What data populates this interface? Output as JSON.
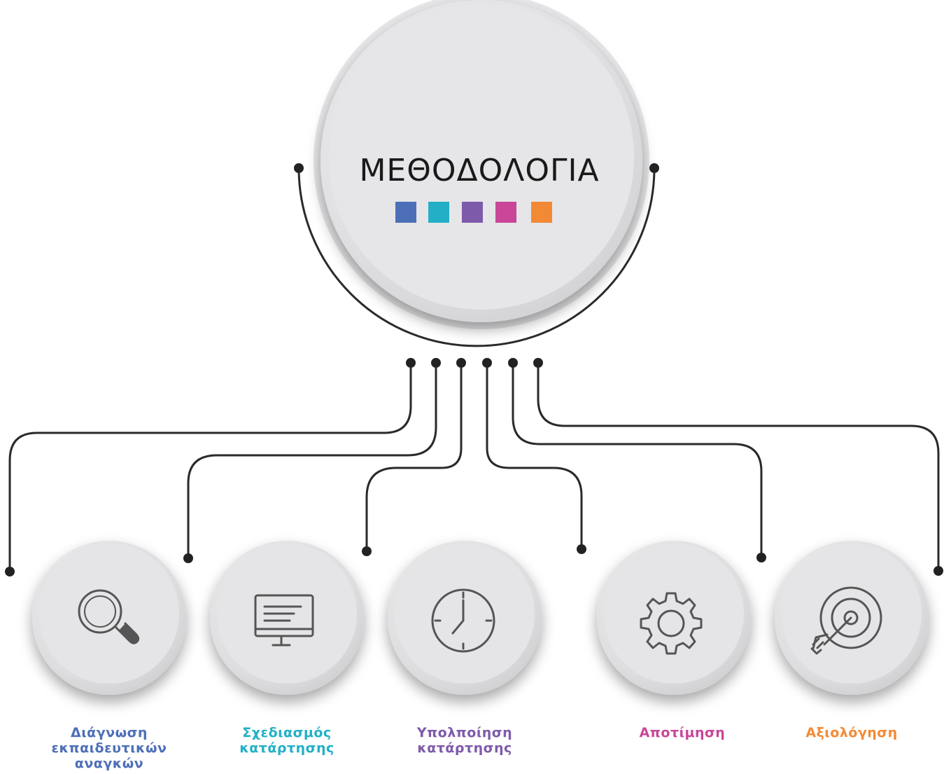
{
  "title": "ΜΕΘΟΔΟΛΟΓΙΑ",
  "palette": [
    "#4d6fb8",
    "#23b0c6",
    "#7e5aaa",
    "#c94699",
    "#f28a35"
  ],
  "steps": [
    {
      "icon": "magnifier",
      "color": "#4d6fb8",
      "line1": "Διάγνωση",
      "line2": "εκπαιδευτικών",
      "line3": "αναγκών"
    },
    {
      "icon": "monitor",
      "color": "#23b0c6",
      "line1": "Σχεδιασμός",
      "line2": "κατάρτησης",
      "line3": ""
    },
    {
      "icon": "clock",
      "color": "#7e5aaa",
      "line1": "Υπολποίηση",
      "line2": "κατάρτησης",
      "line3": ""
    },
    {
      "icon": "gear",
      "color": "#c94699",
      "line1": "Αποτίμηση",
      "line2": "",
      "line3": ""
    },
    {
      "icon": "target",
      "color": "#f28a35",
      "line1": "Αξιολόγηση",
      "line2": "",
      "line3": ""
    }
  ]
}
